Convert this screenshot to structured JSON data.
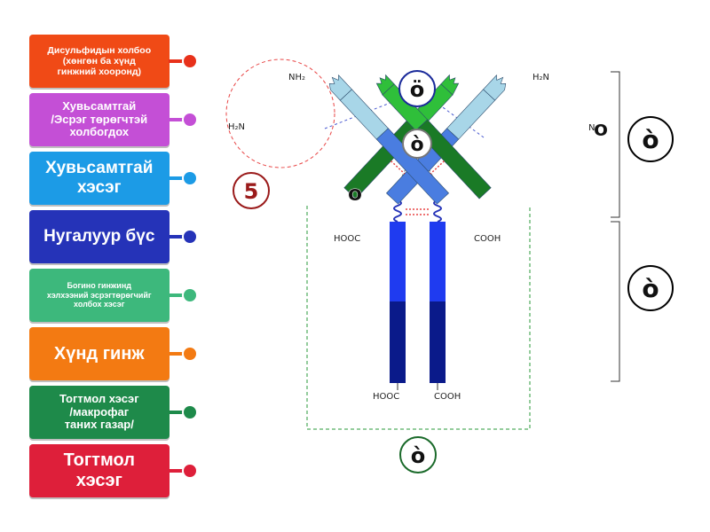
{
  "labels": [
    {
      "id": "disulfide",
      "lines": [
        "Дисульфидын холбоо",
        "(хөнгөн ба хүнд",
        "гинжний хооронд)"
      ],
      "color": "#f04a16",
      "dot_color": "#e8311a"
    },
    {
      "id": "variable-antigen",
      "lines": [
        "Хувьсамтгай",
        "/Эсрэг төрөгчтэй",
        "холбогдох"
      ],
      "color": "#c44fd6",
      "dot_color": "#c44fd6"
    },
    {
      "id": "variable-region",
      "lines": [
        "Хувьсамтгай",
        "хэсэг"
      ],
      "color": "#1c9be6",
      "dot_color": "#1c9be6"
    },
    {
      "id": "hinge",
      "lines": [
        "Нугалуур бүс"
      ],
      "color": "#2533b8",
      "dot_color": "#2533b8"
    },
    {
      "id": "light-chain-binding",
      "lines": [
        "Богино гинжинд",
        "хэлхээний эсрэгтөрөгчийг",
        "холбох хэсэг"
      ],
      "color": "#3db87c",
      "dot_color": "#3db87c"
    },
    {
      "id": "heavy-chain",
      "lines": [
        "Хүнд гинж"
      ],
      "color": "#f37a12",
      "dot_color": "#f37a12"
    },
    {
      "id": "constant-macrophage",
      "lines": [
        "Тогтмол хэсэг",
        "/макрофаг",
        "таних газар/"
      ],
      "color": "#1e8a4a",
      "dot_color": "#1e8a4a"
    },
    {
      "id": "constant-region",
      "lines": [
        "Тогтмол",
        "хэсэг"
      ],
      "color": "#de1f3a",
      "dot_color": "#de1f3a"
    }
  ],
  "chem_labels": {
    "nh2_left_top": "NH₂",
    "h2n_left": "H₂N",
    "hooc_left_arm": "HOOC",
    "h2n_right_top": "H₂N",
    "n_right": "N",
    "cooh_right_arm": "COOH",
    "hooc_stem": "HOOC",
    "cooh_stem": "COOH"
  },
  "markers": [
    {
      "id": "a",
      "glyph": "ö",
      "color": "#1a2a9a"
    },
    {
      "id": "b",
      "glyph": "ò",
      "color": "#777777"
    },
    {
      "id": "c",
      "glyph": "5",
      "color": "#9a1a1a"
    },
    {
      "id": "d",
      "glyph": "o",
      "color": "#000000"
    },
    {
      "id": "e",
      "glyph": "o",
      "color": "#000000"
    },
    {
      "id": "f",
      "glyph": "ò",
      "color": "#000000"
    },
    {
      "id": "g",
      "glyph": "ò",
      "color": "#000000"
    },
    {
      "id": "h",
      "glyph": "ò",
      "color": "#1a6a2a"
    }
  ],
  "colors": {
    "heavy_variable": "#4a7de0",
    "heavy_constant_light": "#1f3bf0",
    "heavy_constant_dark": "#0a1a8a",
    "light_variable": "#a8d6e8",
    "light_constant": "#2fbf3a",
    "light_constant_dark": "#1a7a26",
    "disulfide": "#e84545",
    "dashed_circle": "#e84545",
    "dashed_blue": "#4a5ad0",
    "dashed_green": "#2a9a3a",
    "bracket": "#333333"
  }
}
